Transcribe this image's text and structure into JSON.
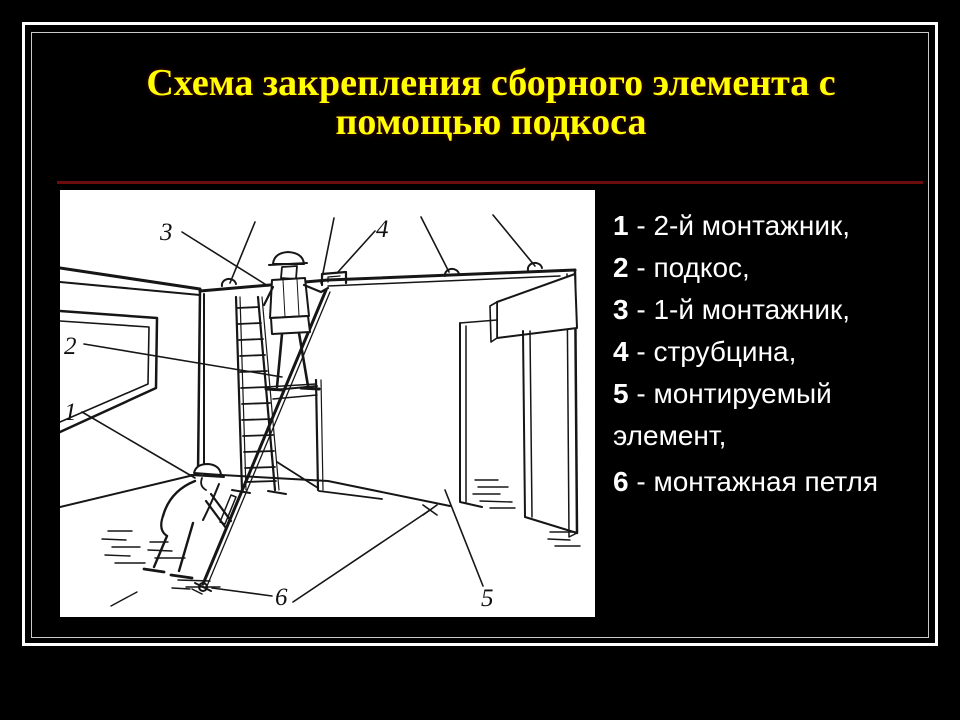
{
  "slide": {
    "title": {
      "line1": "Схема закрепления сборного элемента с",
      "line2": "помощью подкоса"
    },
    "legend": {
      "items": [
        {
          "num": "1",
          "label": "- 2-й монтажник,"
        },
        {
          "num": "2",
          "label": "- подкос,"
        },
        {
          "num": "3",
          "label": "- 1-й монтажник,"
        },
        {
          "num": "4",
          "label": "- струбцина,"
        },
        {
          "num": "5",
          "label": "- монтируемый элемент,"
        },
        {
          "num": "6",
          "label": "- монтажная петля"
        }
      ]
    },
    "diagram": {
      "labels": [
        "1",
        "2",
        "3",
        "4",
        "5",
        "6"
      ]
    },
    "colors": {
      "background": "#000000",
      "title_text": "#ffff00",
      "separator_line": "#6b0d0d",
      "legend_text": "#ffffff",
      "frame_outer": "#ffffff",
      "frame_inner": "#c9c9c9",
      "diagram_background": "#ffffff",
      "diagram_ink": "#161616"
    }
  }
}
